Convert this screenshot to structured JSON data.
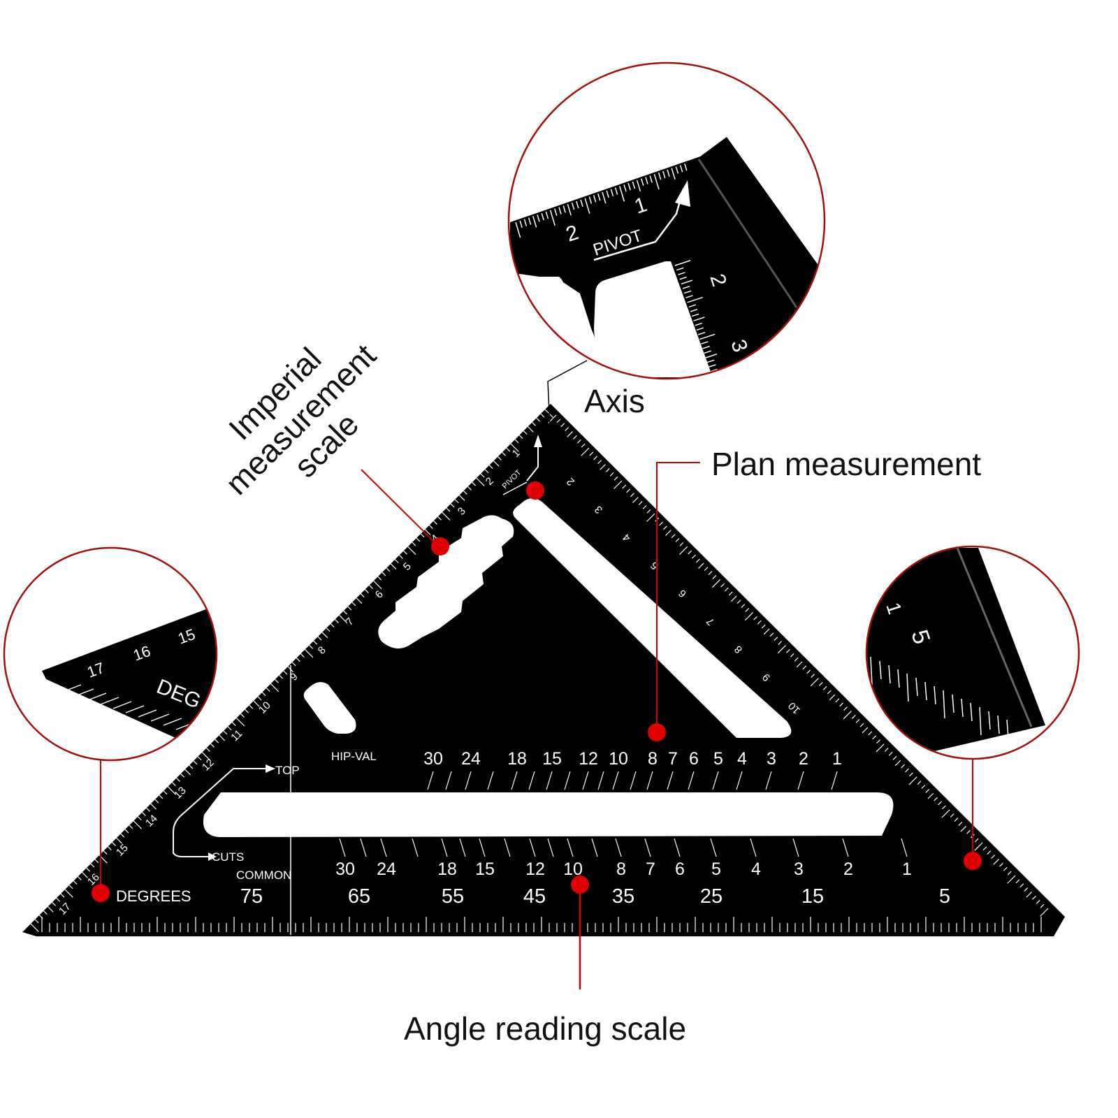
{
  "callouts": {
    "imperial_line1": "Imperial",
    "imperial_line2": "measurement",
    "imperial_line3": "scale",
    "axis": "Axis",
    "plan": "Plan measurement",
    "angle": "Angle reading scale"
  },
  "square": {
    "hip_val": "HIP-VAL",
    "top": "TOP",
    "cuts": "CUTS",
    "common": "COMMON",
    "degrees": "DEGREES",
    "pivot": "PIVOT",
    "hip_row": [
      "30",
      "24",
      "18",
      "15",
      "12",
      "10",
      "8",
      "7",
      "6",
      "5",
      "4",
      "3",
      "2",
      "1"
    ],
    "common_row": [
      "30",
      "24",
      "18",
      "15",
      "12",
      "10",
      "8",
      "7",
      "6",
      "5",
      "4",
      "3",
      "2",
      "1"
    ],
    "degree_row": [
      "75",
      "65",
      "55",
      "45",
      "35",
      "25",
      "15",
      "5"
    ],
    "left_edge": [
      "1",
      "2",
      "3",
      "4",
      "5",
      "6",
      "7",
      "8",
      "9",
      "10",
      "11",
      "12",
      "13",
      "14",
      "15",
      "16",
      "17"
    ],
    "right_edge": [
      "2",
      "3",
      "4",
      "5",
      "6",
      "7",
      "8",
      "9",
      "10"
    ]
  },
  "zoom_top": {
    "pivot": "PIVOT",
    "n1": "1",
    "n2": "2",
    "v2": "2",
    "v3": "3"
  },
  "zoom_left": {
    "n15": "15",
    "n16": "16",
    "n17": "17",
    "deg": "DEG"
  },
  "zoom_right": {
    "n1": "1",
    "n5": "5"
  },
  "colors": {
    "accent": "#cc0000",
    "tool": "#000000",
    "circle": "#a01010"
  }
}
